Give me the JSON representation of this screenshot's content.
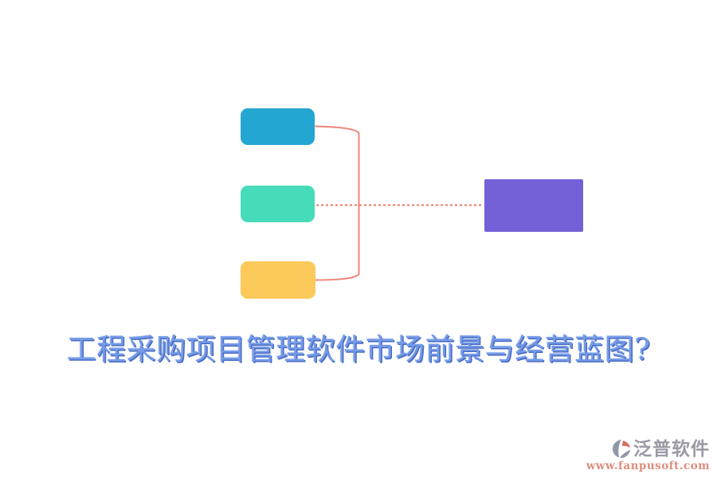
{
  "diagram": {
    "nodes": [
      {
        "id": "branch-node-top",
        "color": "#23a6d1"
      },
      {
        "id": "branch-node-middle",
        "color": "#47dcb9"
      },
      {
        "id": "branch-node-bottom",
        "color": "#fcc95b"
      },
      {
        "id": "root-node",
        "color": "#7460d7"
      }
    ],
    "connector_color": "#f0857a",
    "dotted_connector_color": "#ed7663"
  },
  "title": {
    "text": "工程采购项目管理软件市场前景与经营蓝图?",
    "color": "#759be8"
  },
  "watermark": {
    "brand": "泛普软件",
    "url": "www.fanpusoft.com",
    "brand_color": "#9a99a6",
    "url_color": "#dd8e7e",
    "logo_gray": "#9098a8",
    "logo_coral": "#d3705f"
  }
}
